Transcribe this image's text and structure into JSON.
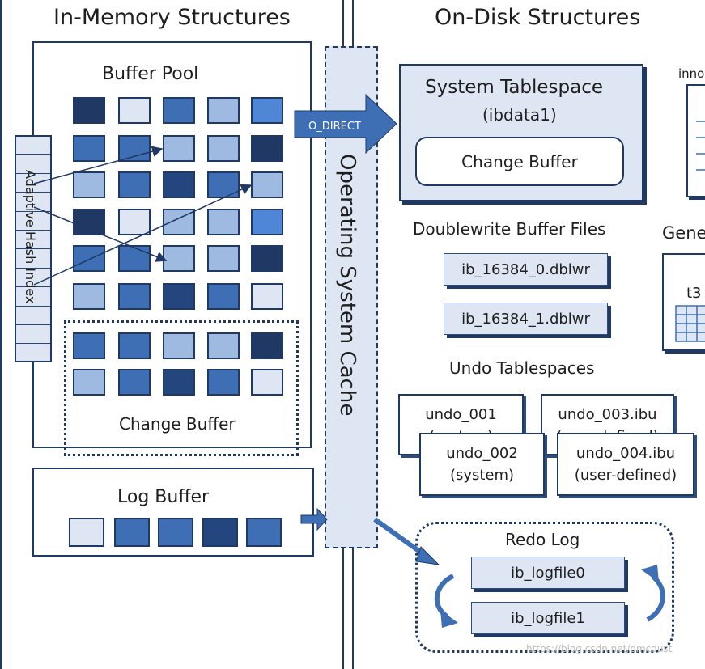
{
  "in_memory": {
    "heading": "In-Memory Structures",
    "buffer_pool": {
      "label": "Buffer Pool"
    },
    "adaptive_hash_index": {
      "label": "Adaptive Hash Index"
    },
    "change_buffer": {
      "label": "Change Buffer"
    },
    "log_buffer": {
      "label": "Log Buffer"
    }
  },
  "os_cache": {
    "label": "Operating System Cache",
    "o_direct": "O_DIRECT"
  },
  "on_disk": {
    "heading": "On-Disk Structures",
    "system_tablespace": {
      "title": "System Tablespace",
      "file": "(ibdata1)",
      "change_buffer": "Change Buffer"
    },
    "doublewrite": {
      "title": "Doublewrite Buffer Files",
      "files": [
        "ib_16384_0.dblwr",
        "ib_16384_1.dblwr"
      ]
    },
    "undo": {
      "title": "Undo Tablespaces",
      "files": [
        {
          "name": "undo_001",
          "type": "(system)"
        },
        {
          "name": "undo_003.ibu",
          "type": "(user-defined)"
        },
        {
          "name": "undo_002",
          "type": "(system)"
        },
        {
          "name": "undo_004.ibu",
          "type": "(user-defined)"
        }
      ]
    },
    "redo": {
      "title": "Redo Log",
      "files": [
        "ib_logfile0",
        "ib_logfile1"
      ]
    },
    "partial": {
      "innodb": "inno",
      "general": "Gene",
      "t3": "t3"
    }
  },
  "watermark": "https://blog.csdn.net/dmcdust",
  "colors": {
    "navy": "#1f3864",
    "dark": "#23467f",
    "mid": "#3e6fb5",
    "light": "#9fbae0",
    "pale": "#dde6f2",
    "bright": "#4f86d6"
  }
}
